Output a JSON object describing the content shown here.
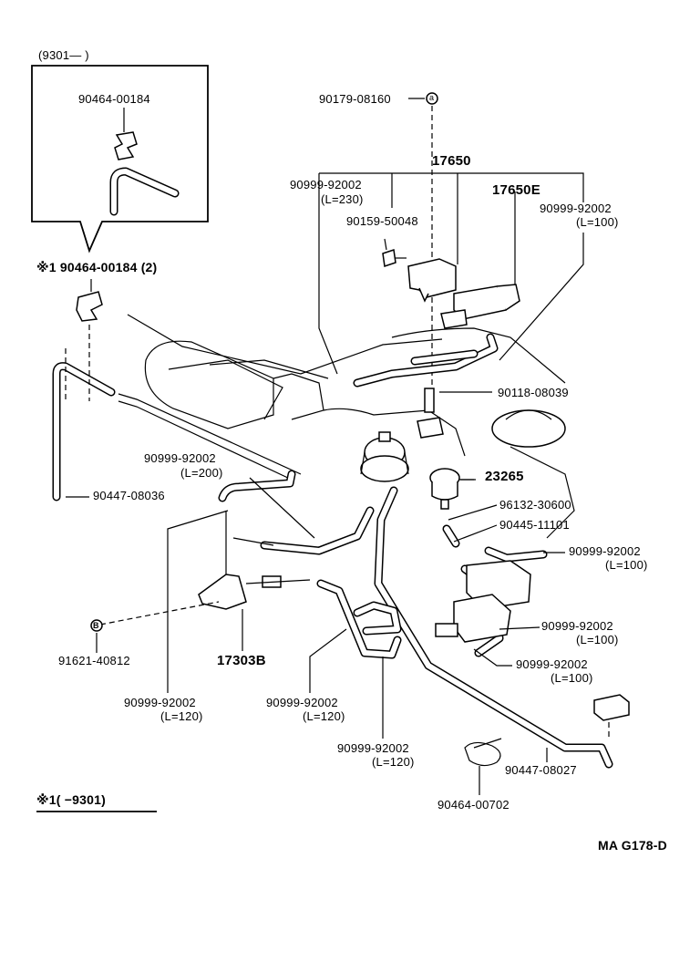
{
  "inset": {
    "range_label": "(9301—      )",
    "part": "90464-00184"
  },
  "labels": {
    "l_90179": "90179-08160",
    "l_17650": "17650",
    "l_90999_230_a": "90999-92002",
    "l_90999_230_b": "(L=230)",
    "l_17650e": "17650E",
    "l_90999_100a_a": "90999-92002",
    "l_90999_100a_b": "(L=100)",
    "l_90159": "90159-50048",
    "l_note1": "※1 90464-00184 (2)",
    "l_90118": "90118-08039",
    "l_90999_200_a": "90999-92002",
    "l_90999_200_b": "(L=200)",
    "l_23265": "23265",
    "l_90447_036": "90447-08036",
    "l_96132": "96132-30600",
    "l_90445": "90445-11101",
    "l_90999_100b_a": "90999-92002",
    "l_90999_100b_b": "(L=100)",
    "l_90999_100c_a": "90999-92002",
    "l_90999_100c_b": "(L=100)",
    "l_91621": "91621-40812",
    "l_17303b": "17303B",
    "l_90999_100d_a": "90999-92002",
    "l_90999_100d_b": "(L=100)",
    "l_90999_120a_a": "90999-92002",
    "l_90999_120a_b": "(L=120)",
    "l_90999_120b_a": "90999-92002",
    "l_90999_120b_b": "(L=120)",
    "l_90999_120c_a": "90999-92002",
    "l_90999_120c_b": "(L=120)",
    "l_90447_027": "90447-08027",
    "l_90464_702": "90464-00702",
    "footnote": "※1(      −9301)",
    "figure_code": "MA  G178-D"
  },
  "markers": {
    "a_marker": "a",
    "b_marker": "B"
  }
}
